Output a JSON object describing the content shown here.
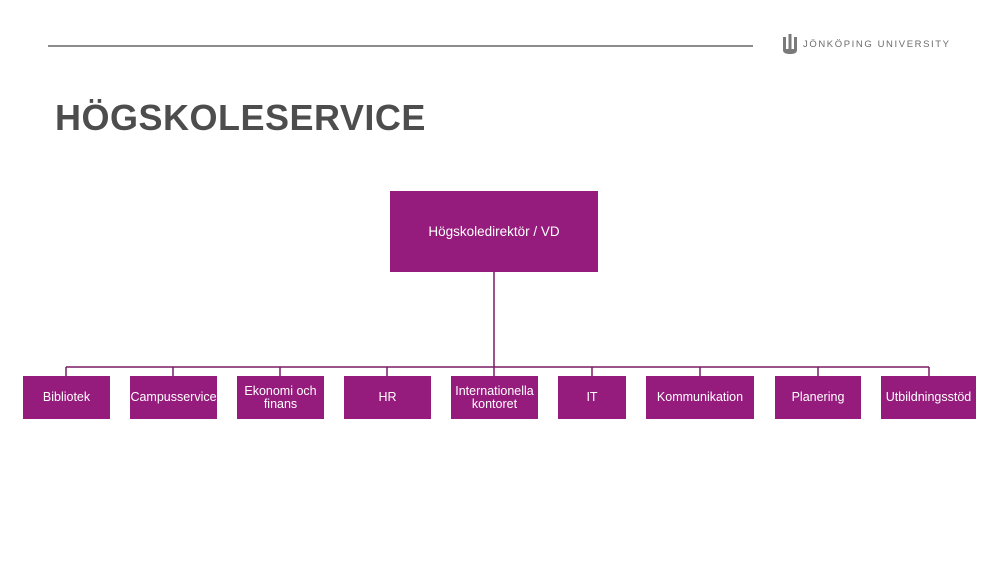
{
  "header": {
    "logo_text": "JÖNKÖPING UNIVERSITY",
    "title": "HÖGSKOLESERVICE"
  },
  "org_chart": {
    "root": {
      "label": "Högskoledirektör / VD"
    },
    "children": [
      {
        "id": "bibliotek",
        "label": "Bibliotek"
      },
      {
        "id": "campusservice",
        "label": "Campusservice"
      },
      {
        "id": "ekonomi",
        "label": "Ekonomi och finans"
      },
      {
        "id": "hr",
        "label": "HR"
      },
      {
        "id": "internationella",
        "label": "Internationella kontoret"
      },
      {
        "id": "it",
        "label": "IT"
      },
      {
        "id": "kommunikation",
        "label": "Kommunikation"
      },
      {
        "id": "planering",
        "label": "Planering"
      },
      {
        "id": "utbildningsstod",
        "label": "Utbildningsstöd"
      }
    ]
  },
  "colors": {
    "box_fill": "#951b7c",
    "connector": "#7a1a66",
    "title_text": "#4d4d4d",
    "rule": "#8c8c8c"
  }
}
